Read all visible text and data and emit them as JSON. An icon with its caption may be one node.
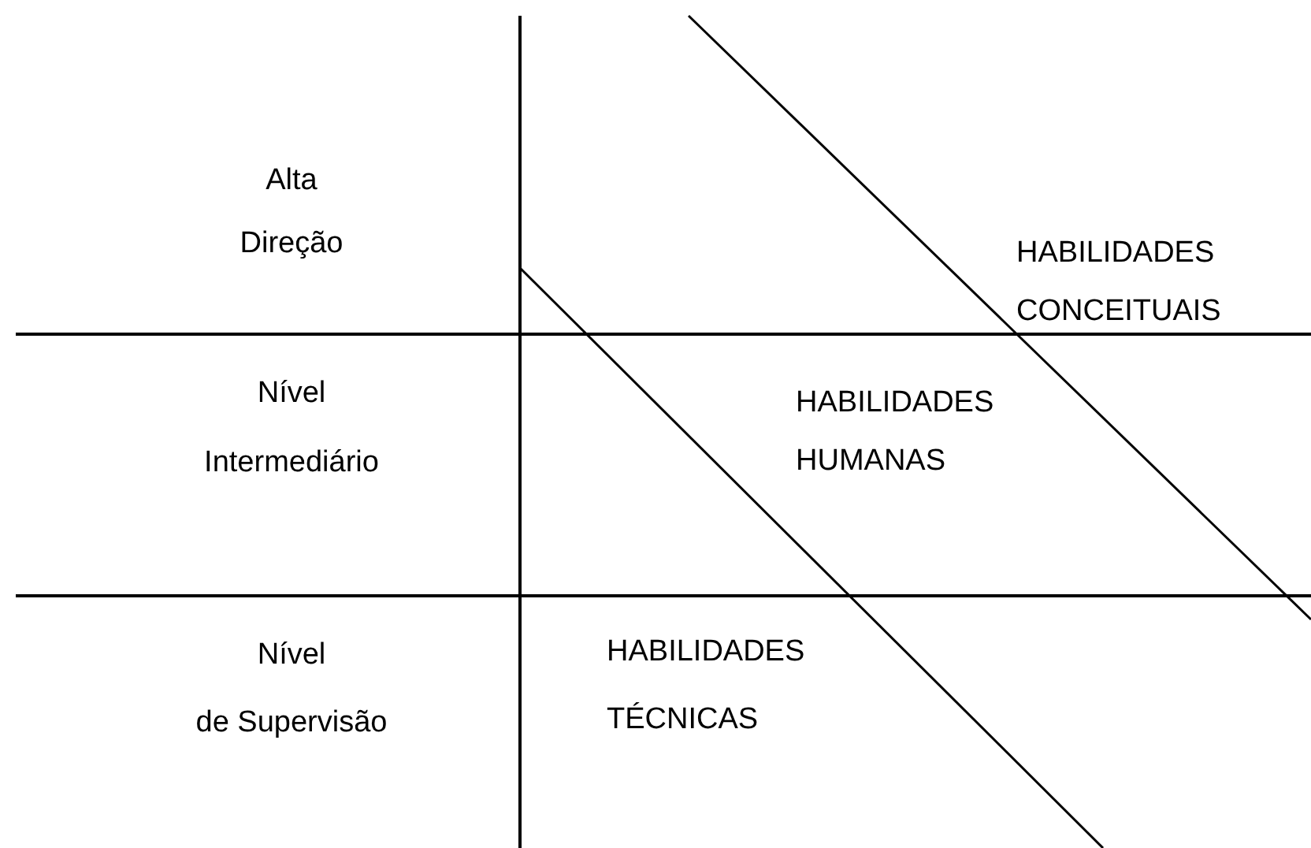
{
  "diagram": {
    "labels": [
      "Alta Direção",
      "HABILIDADES CONCEITUAIS",
      "Nível Intermediário",
      "HABILIDADES HUMANAS",
      "Nível de Supervisão",
      "HABILIDADES TÉCNICAS"
    ]
  }
}
